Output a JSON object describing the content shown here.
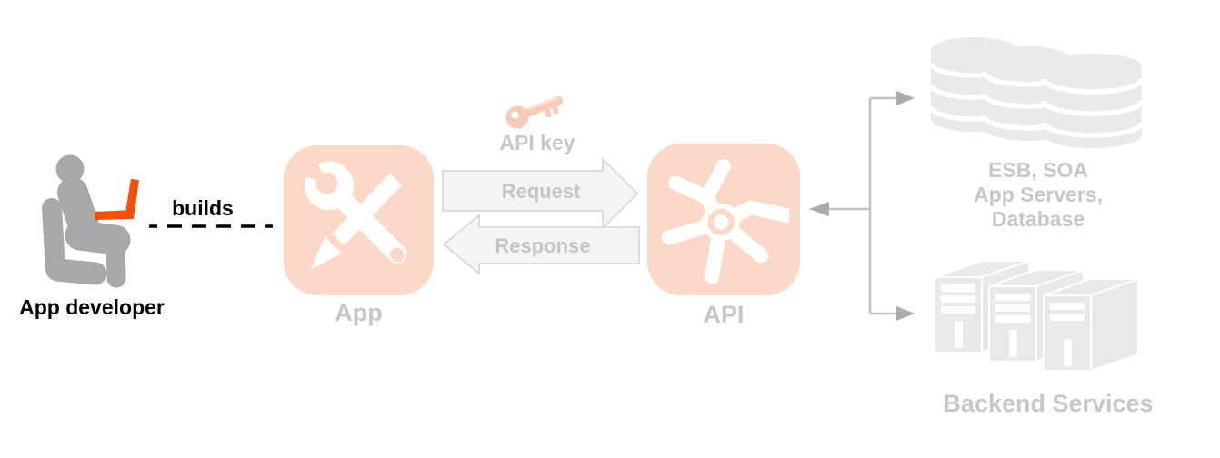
{
  "colors": {
    "background": "#ffffff",
    "salmon_tile": "#fcd8c6",
    "salmon_key": "#f8cab8",
    "salmon_highlight": "#fbe0d2",
    "laptop_orange": "#f4500a",
    "person_gray": "#a8a8a8",
    "backend_gray": "#e9e9e9",
    "label_gray": "#c7c7c7",
    "arrow_fill": "#f4f4f4",
    "arrow_stroke": "#d9d9d9",
    "arrow_text": "#c5c5c5",
    "connector_line": "#c2c2c2",
    "connector_head": "#ababab",
    "builds_black": "#000000"
  },
  "nodes": {
    "developer": {
      "label": "App developer",
      "icon": "seated-developer-with-laptop-icon"
    },
    "app": {
      "label": "App",
      "icon": "wrench-and-pencil-icon"
    },
    "api": {
      "label": "API",
      "icon": "gear-icon"
    },
    "esb": {
      "label_lines": [
        "ESB, SOA",
        "App Servers,",
        "Database"
      ],
      "icon": "database-cylinders-icon"
    },
    "backend": {
      "label": "Backend Services",
      "icon": "server-towers-icon"
    }
  },
  "edges": {
    "builds": {
      "label": "builds",
      "style": "dashed"
    },
    "request": {
      "label": "Request",
      "direction": "right"
    },
    "response": {
      "label": "Response",
      "direction": "left"
    },
    "api_key": {
      "label": "API key",
      "icon": "key-icon"
    }
  }
}
